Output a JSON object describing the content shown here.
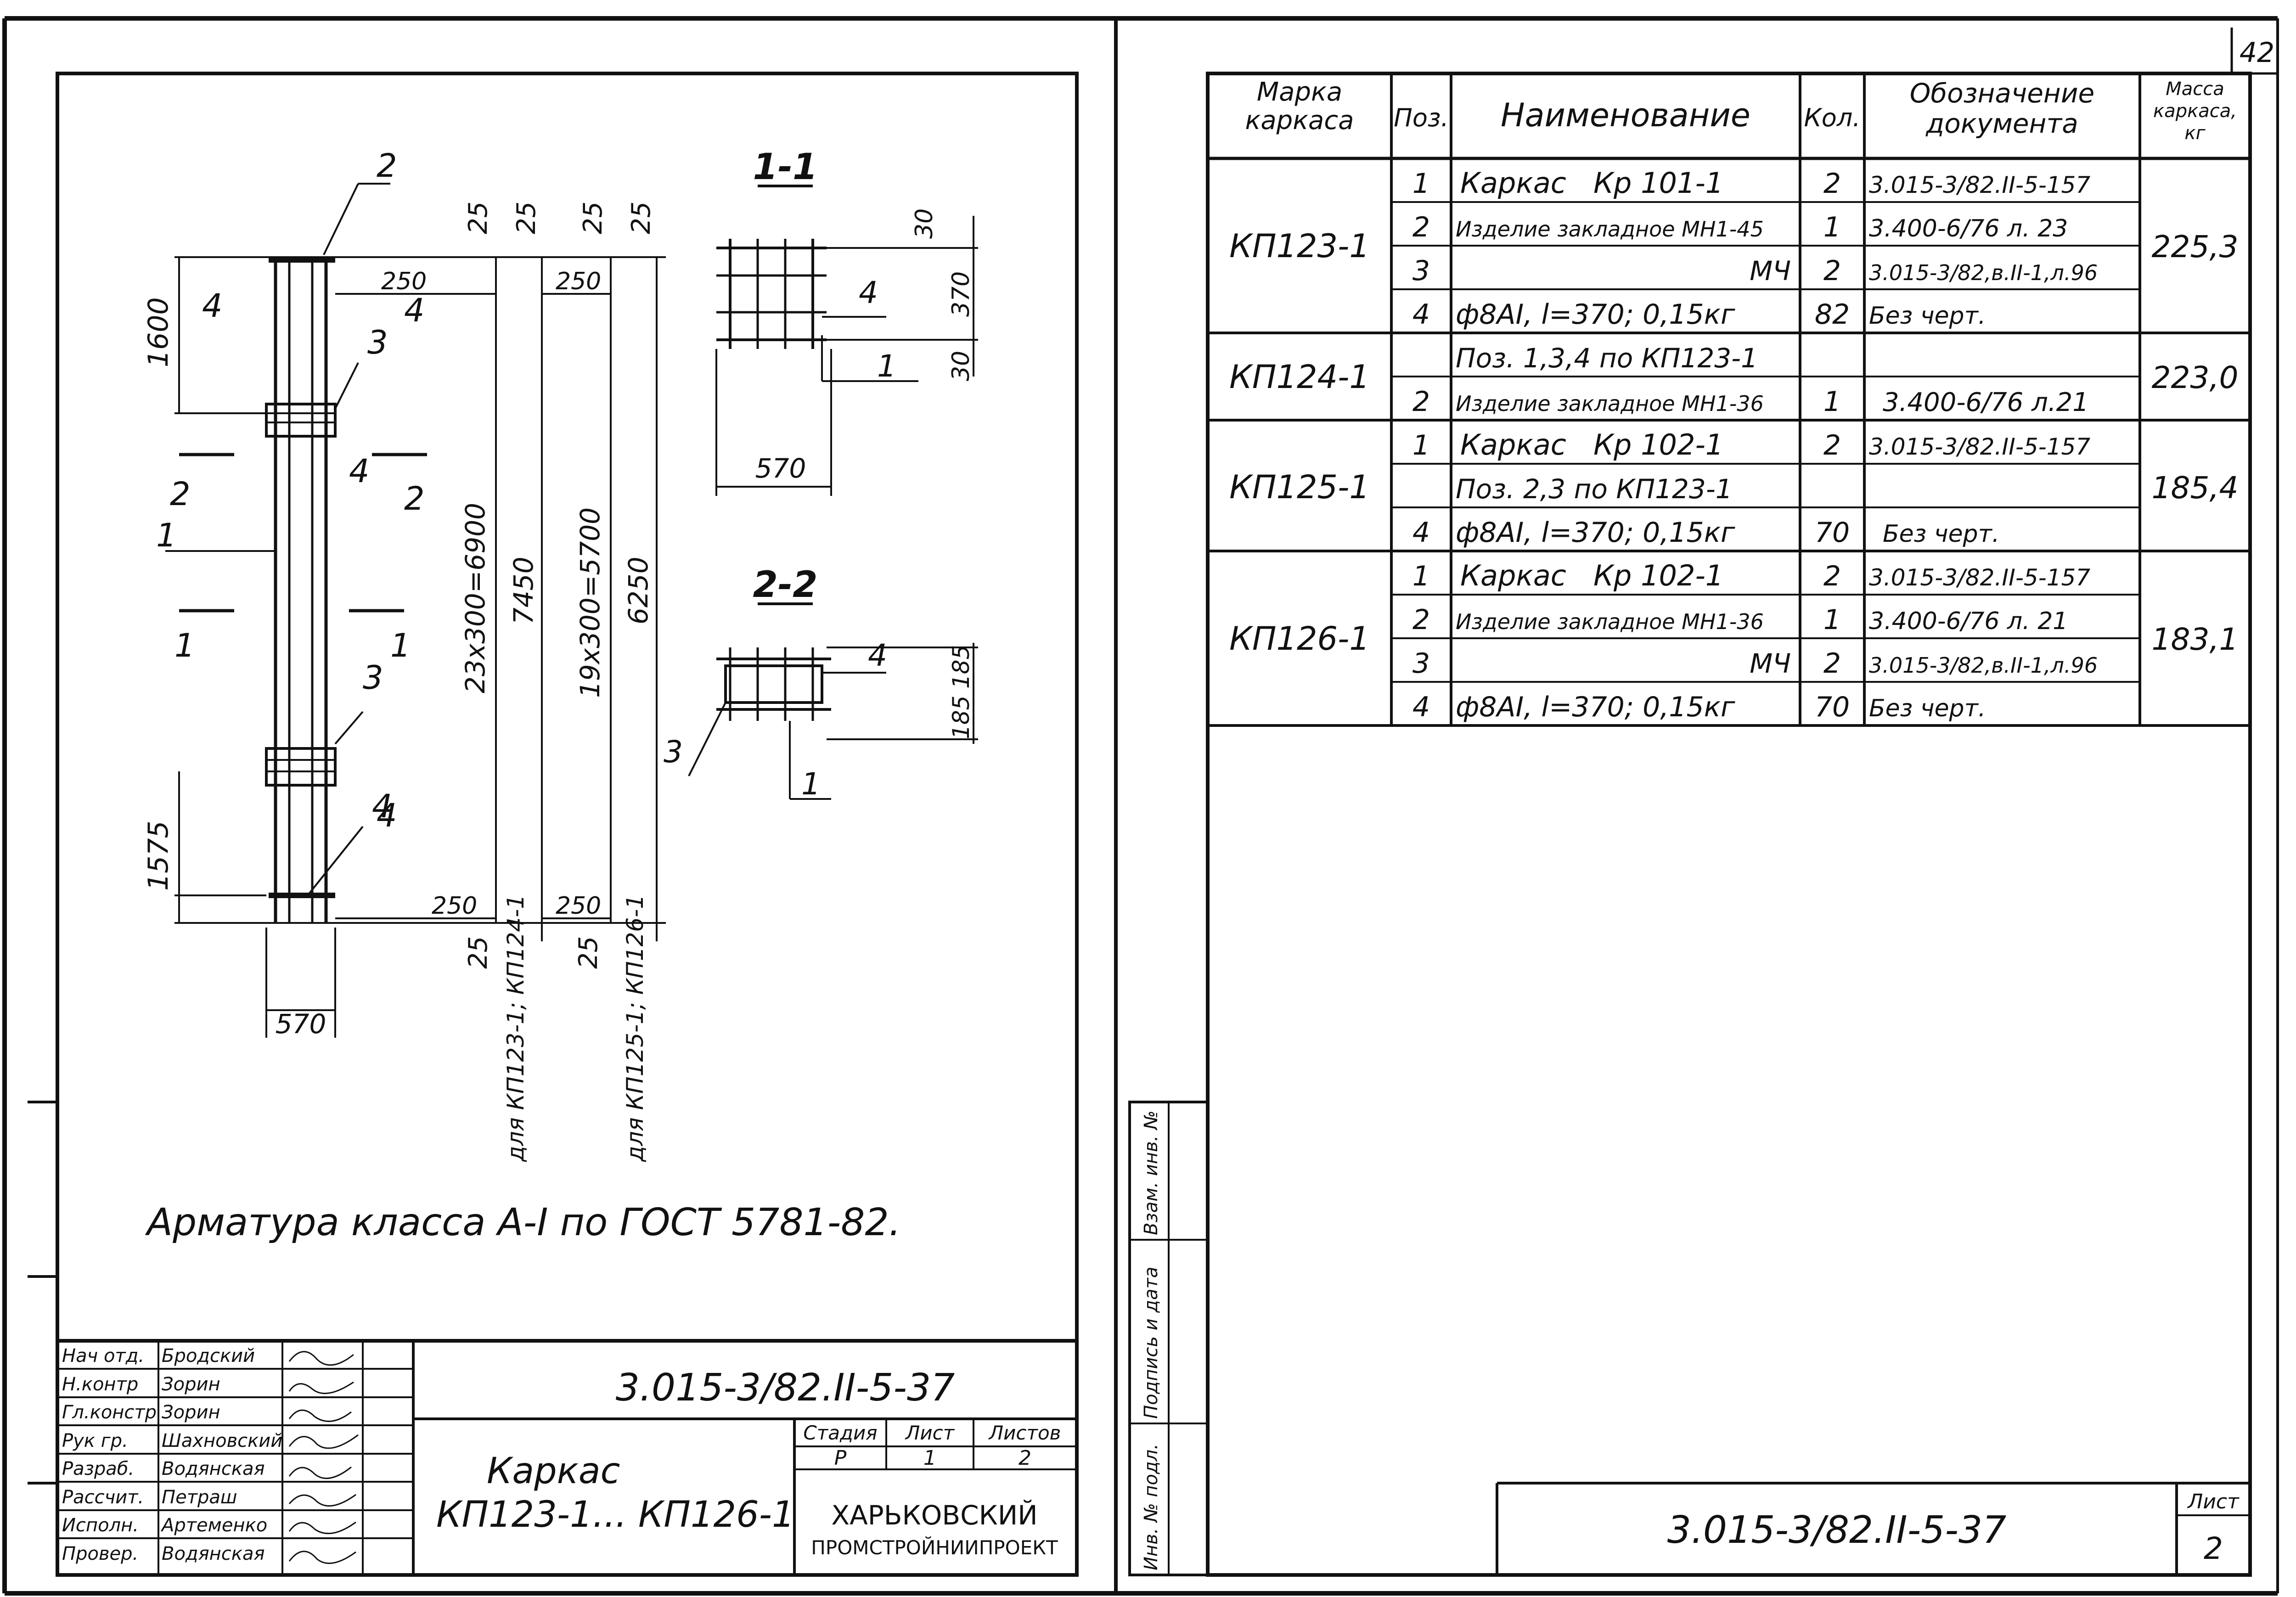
{
  "page_number": "42",
  "left_sheet": {
    "views": {
      "section_1": "1-1",
      "section_2": "2-2"
    },
    "elevation": {
      "pos_labels": [
        "2",
        "4",
        "4",
        "3",
        "4",
        "4",
        "3",
        "4",
        "1",
        "2",
        "2",
        "1",
        "1"
      ],
      "dims_top": [
        "25",
        "25",
        "25",
        "25",
        "250",
        "250"
      ],
      "dims_left": [
        "1600",
        "1575"
      ],
      "dims_vertical": [
        "23х300=6900",
        "7450",
        "19х300=5700",
        "6250"
      ],
      "dims_bottom": [
        "250",
        "250",
        "25",
        "25",
        "570"
      ],
      "note_a": "для КП123-1; КП124-1",
      "note_b": "для КП125-1; КП126-1"
    },
    "section_1": {
      "dims": [
        "30",
        "370",
        "30",
        "570"
      ],
      "pos": [
        "4",
        "1"
      ]
    },
    "section_2": {
      "dims": [
        "185",
        "185"
      ],
      "pos": [
        "4",
        "3",
        "1"
      ]
    },
    "note": "Арматура класса А-I по ГОСТ 5781-82.",
    "stamp": {
      "roles": [
        "Нач отд.",
        "Н.контр",
        "Гл.констр",
        "Рук гр.",
        "Разраб.",
        "Рассчит.",
        "Исполн.",
        "Провер."
      ],
      "names": [
        "Бродский",
        "Зорин",
        "Зорин",
        "Шахновский",
        "Водянская",
        "Петраш",
        "Артеменко",
        "Водянская"
      ],
      "code": "3.015-3/82.II-5-37",
      "title_line1": "Каркас",
      "title_line2": "КП123-1... КП126-1",
      "stage_head": "Стадия",
      "sheet_head": "Лист",
      "sheets_head": "Листов",
      "stage": "Р",
      "sheet": "1",
      "sheets": "2",
      "org_line1": "ХАРЬКОВСКИЙ",
      "org_line2": "ПРОМСТРОЙНИИПРОЕКТ"
    }
  },
  "right_sheet": {
    "table": {
      "headers": [
        "Марка каркаса",
        "Поз.",
        "Наименование",
        "Кол.",
        "Обозначение документа",
        "Масса каркаса, кг"
      ],
      "groups": [
        {
          "mark": "КП123-1",
          "mass": "225,3",
          "rows": [
            {
              "pos": "1",
              "name": "Каркас   Кр 101-1",
              "qty": "2",
              "doc": "3.015-3/82.II-5-157"
            },
            {
              "pos": "2",
              "name": "Изделие закладное МН1-45",
              "qty": "1",
              "doc": "3.400-6/76 л. 23"
            },
            {
              "pos": "3",
              "name": "МЧ",
              "qty": "2",
              "doc": "3.015-3/82,в.II-1,л.96"
            },
            {
              "pos": "4",
              "name": "ф8АI, l=370; 0,15кг",
              "qty": "82",
              "doc": "Без черт."
            }
          ]
        },
        {
          "mark": "КП124-1",
          "mass": "223,0",
          "rows": [
            {
              "pos": "",
              "name": "Поз. 1,3,4 по КП123-1",
              "qty": "",
              "doc": ""
            },
            {
              "pos": "2",
              "name": "Изделие закладное МН1-36",
              "qty": "1",
              "doc": "3.400-6/76 л.21"
            }
          ]
        },
        {
          "mark": "КП125-1",
          "mass": "185,4",
          "rows": [
            {
              "pos": "1",
              "name": "Каркас   Кр 102-1",
              "qty": "2",
              "doc": "3.015-3/82.II-5-157"
            },
            {
              "pos": "",
              "name": "Поз. 2,3 по КП123-1",
              "qty": "",
              "doc": ""
            },
            {
              "pos": "4",
              "name": "ф8АI, l=370; 0,15кг",
              "qty": "70",
              "doc": "Без черт."
            }
          ]
        },
        {
          "mark": "КП126-1",
          "mass": "183,1",
          "rows": [
            {
              "pos": "1",
              "name": "Каркас   Кр 102-1",
              "qty": "2",
              "doc": "3.015-3/82.II-5-157"
            },
            {
              "pos": "2",
              "name": "Изделие закладное МН1-36",
              "qty": "1",
              "doc": "3.400-6/76 л. 21"
            },
            {
              "pos": "3",
              "name": "МЧ",
              "qty": "2",
              "doc": "3.015-3/82,в.II-1,л.96"
            },
            {
              "pos": "4",
              "name": "ф8АI, l=370; 0,15кг",
              "qty": "70",
              "doc": "Без черт."
            }
          ]
        }
      ]
    },
    "margin_labels": [
      "Инв. № подл.",
      "Подпись и дата",
      "Взам. инв. №"
    ],
    "stamp": {
      "code": "3.015-3/82.II-5-37",
      "sheet_head": "Лист",
      "sheet": "2"
    }
  }
}
